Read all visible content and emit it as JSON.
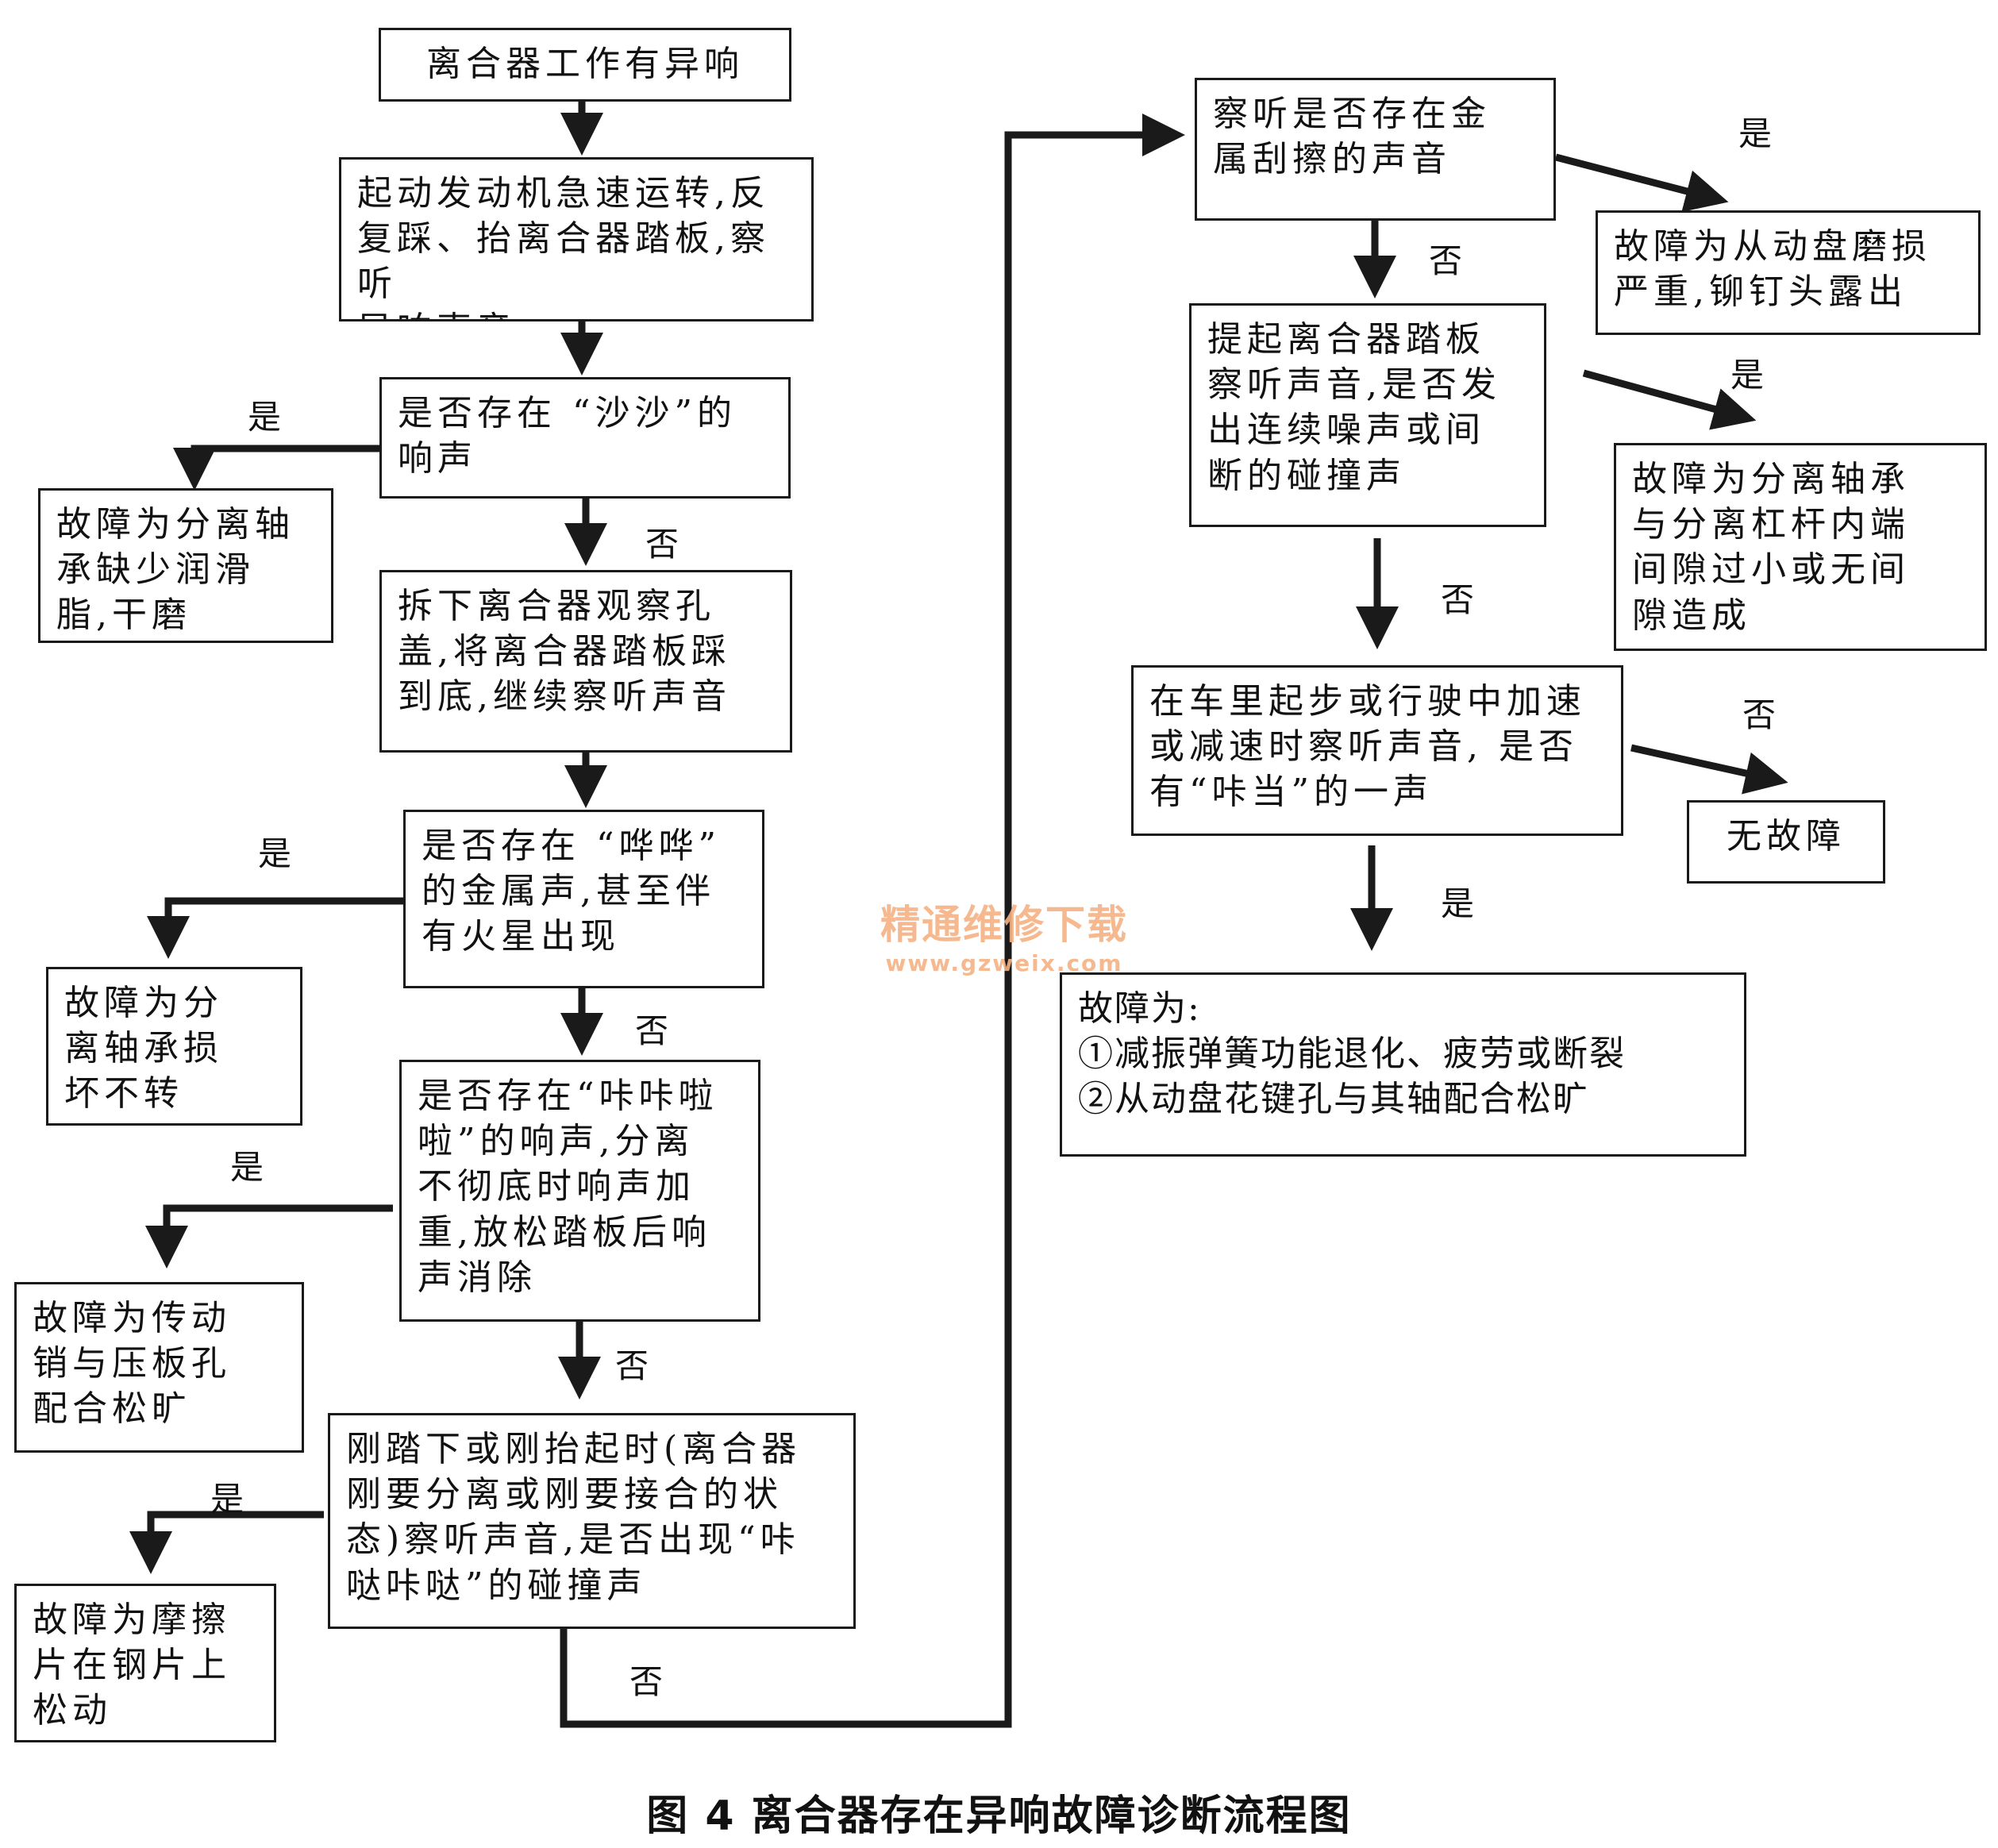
{
  "nodes": {
    "start": "离合器工作有异响",
    "step1": "起动发动机急速运转,反\n复踩、抬离合器踏板,察听\n异响声音",
    "q1": "是否存在 “沙沙”的\n响声",
    "r1": "故障为分离轴\n承缺少润滑\n脂,干磨",
    "step2": "拆下离合器观察孔\n盖,将离合器踏板踩\n到底,继续察听声音",
    "q2": "是否存在 “哗哗”\n的金属声,甚至伴\n有火星出现",
    "r2": "故障为分\n离轴承损\n坏不转",
    "q3": "是否存在“咔咔啦\n啦”的响声,分离\n不彻底时响声加\n重,放松踏板后响\n声消除",
    "r3": "故障为传动\n销与压板孔\n配合松旷",
    "q4": "刚踏下或刚抬起时(离合器\n刚要分离或刚要接合的状\n态)察听声音,是否出现“咔\n哒咔哒”的碰撞声",
    "r4": "故障为摩擦\n片在钢片上\n松动",
    "q5": "察听是否存在金\n属刮擦的声音",
    "r5": "故障为从动盘磨损\n严重,铆钉头露出",
    "q6": "提起离合器踏板\n察听声音,是否发\n出连续噪声或间\n断的碰撞声",
    "r6": "故障为分离轴承\n与分离杠杆内端\n间隙过小或无间\n隙造成",
    "q7": "在车里起步或行驶中加速\n或减速时察听声音, 是否\n有“咔当”的一声",
    "r7": "无故障",
    "r8": "故障为:\n①减振弹簧功能退化、疲劳或断裂\n②从动盘花键孔与其轴配合松旷"
  },
  "labels": {
    "yes": "是",
    "no": "否"
  },
  "caption": "图 4    离合器存在异响故障诊断流程图",
  "watermark": {
    "title": "精通维修下载",
    "url": "www.gzweix.com"
  },
  "colors": {
    "line": "#1a1a1a",
    "watermark": "#f4b183"
  }
}
